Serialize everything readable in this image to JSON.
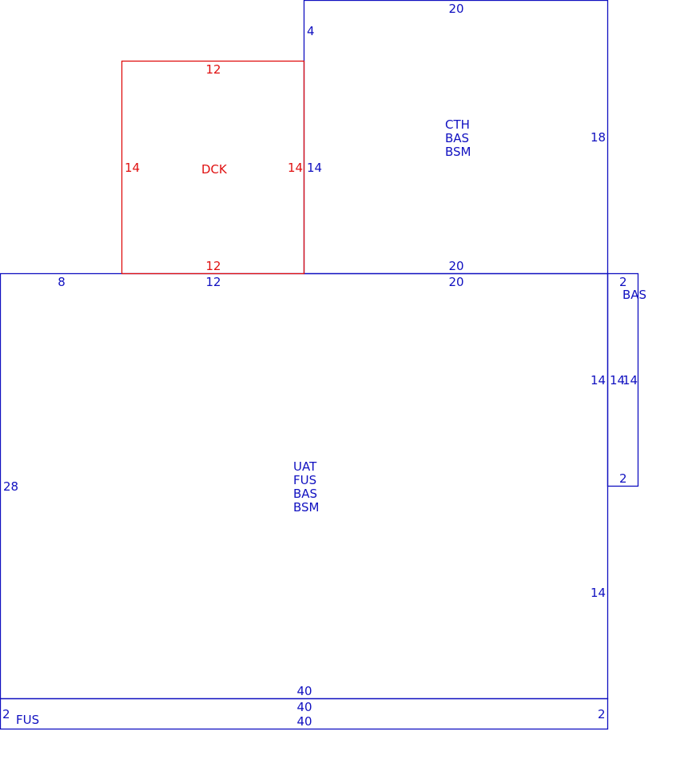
{
  "colors": {
    "primary": "#1010c0",
    "deck": "#e01010"
  },
  "sections": {
    "top": {
      "codes": [
        "CTH",
        "BAS",
        "BSM"
      ],
      "dims": {
        "top": "20",
        "left_upper": "4",
        "left_lower": "14",
        "right": "18",
        "bottom": "20"
      }
    },
    "deck": {
      "code": "DCK",
      "dims": {
        "top": "12",
        "left": "14",
        "right": "14",
        "bottom": "12"
      }
    },
    "main": {
      "codes": [
        "UAT",
        "FUS",
        "BAS",
        "BSM"
      ],
      "dims": {
        "top_left": "8",
        "top_mid": "12",
        "top_right": "20",
        "left": "28",
        "right_upper": "14",
        "right_lower": "14",
        "bottom": "40"
      }
    },
    "side": {
      "code": "BAS",
      "dims": {
        "top": "2",
        "left": "14",
        "right": "14",
        "bottom": "2"
      }
    },
    "strip": {
      "code": "FUS",
      "dims": {
        "top": "40",
        "bottom": "40",
        "left": "2",
        "right": "2"
      }
    }
  }
}
